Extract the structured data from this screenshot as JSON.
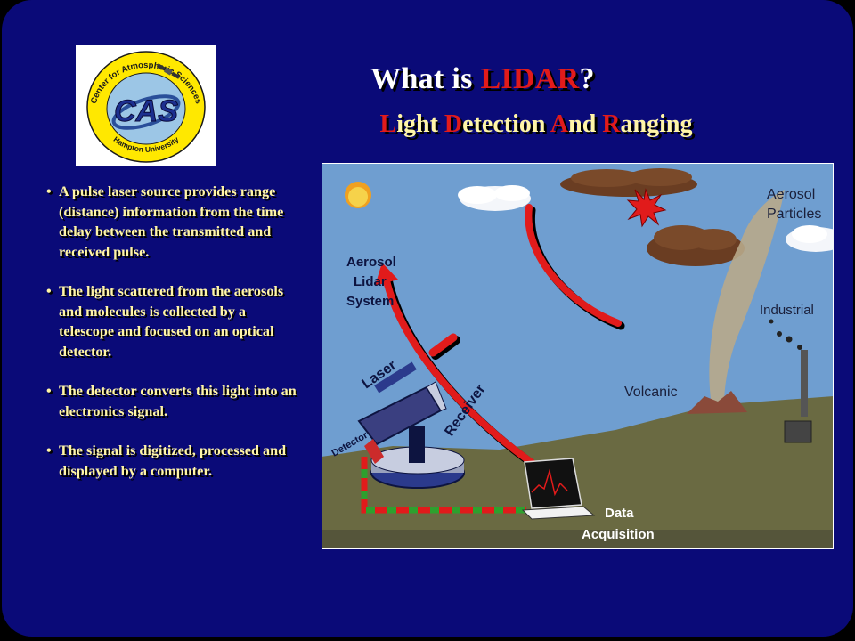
{
  "title": {
    "prefix": "What is ",
    "highlight": "LIDAR",
    "suffix": "?"
  },
  "subtitle": [
    {
      "cap": "L",
      "rest": "ight "
    },
    {
      "cap": "D",
      "rest": "etection "
    },
    {
      "cap": "A",
      "rest": "nd "
    },
    {
      "cap": "R",
      "rest": "anging"
    }
  ],
  "logo": {
    "arc_top": "Center for Atmospheric Sciences",
    "arc_bottom": "Hampton University",
    "initials": "CAS"
  },
  "bullets": [
    "A pulse laser source provides range (distance) information from the time delay between the transmitted and received pulse.",
    "The light scattered from the aerosols and molecules is collected  by a telescope and focused on an optical detector.",
    "The detector converts this light into an electronics signal.",
    "The signal is digitized, processed and displayed by a computer."
  ],
  "bullet_symbol": "•",
  "diagram": {
    "aerosol_particles": [
      "Aerosol",
      "Particles"
    ],
    "aerosol_lidar_system": [
      "Aerosol",
      "Lidar",
      "System"
    ],
    "industrial": "Industrial",
    "volcanic": "Volcanic",
    "laser": "Laser",
    "receiver": "Receiver",
    "detector": "Detector",
    "data_acquisition": [
      "Data",
      "Acquisition"
    ]
  },
  "colors": {
    "slide_bg": "#0a0a78",
    "title_text": "#ffffff",
    "highlight": "#e11b1b",
    "body_text": "#fff5a8",
    "sky": "#6f9ed0",
    "ground": "#6a6a42",
    "beam": "#e11b1b"
  }
}
